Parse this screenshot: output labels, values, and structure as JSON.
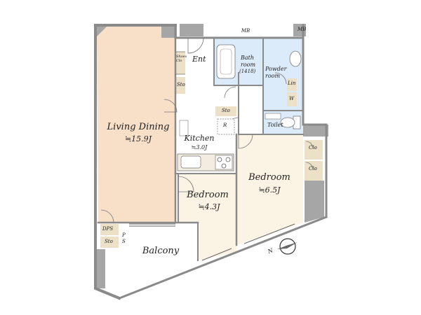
{
  "rooms": {
    "living_dining": {
      "name": "Living Dining",
      "area": "≒15.9J"
    },
    "kitchen": {
      "name": "Kitchen",
      "area": "≒3.0J"
    },
    "bedroom_small": {
      "name": "Bedroom",
      "area": "≒4.3J"
    },
    "bedroom_large": {
      "name": "Bedroom",
      "area": "≒6.5J"
    },
    "balcony": {
      "name": "Balcony"
    },
    "entrance": {
      "name": "Ent"
    },
    "bathroom": {
      "name": "Bath room",
      "size": "(1418)"
    },
    "powder_room": {
      "name": "Powder room"
    },
    "toilet": {
      "name": "Toilet"
    }
  },
  "fixtures": {
    "mb_top": "MB",
    "mb_right": "MB",
    "shoe_closet": "Shoes Clo",
    "sto_entrance": "Sto",
    "sto_kitchen": "Sto",
    "refrigerator": "R",
    "linen": "Lin",
    "washer": "W",
    "clo_upper": "Clo",
    "clo_lower": "Clo",
    "dps": "DPS",
    "sto_balcony": "Sto",
    "ps": "P S"
  },
  "compass": {
    "label": "N"
  },
  "colors": {
    "living": "#f8dfc8",
    "bedroom": "#fbf4e4",
    "wet_area": "#dcebfa",
    "storage": "#ece1c6",
    "wall": "#9a9a9a",
    "floor": "#ffffff"
  }
}
